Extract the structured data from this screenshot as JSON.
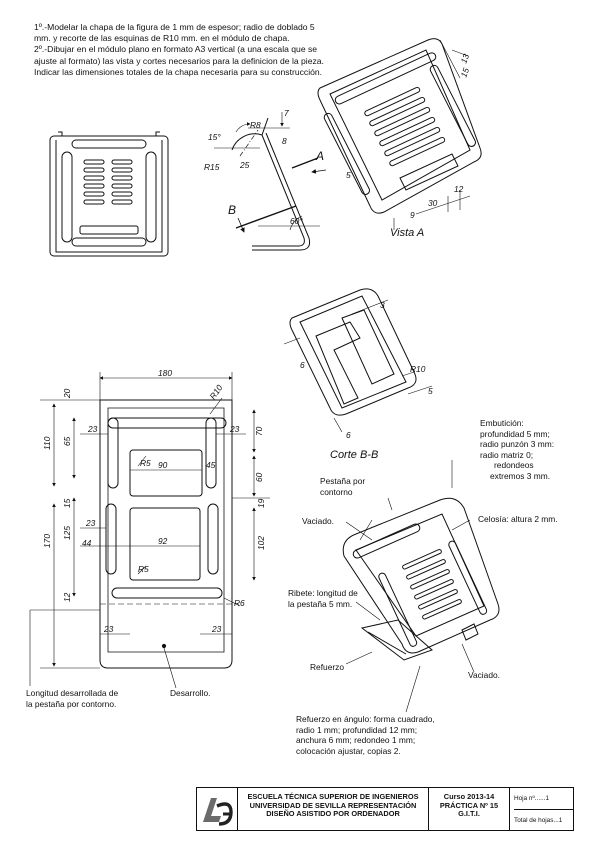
{
  "instructions": [
    "1º.-Modelar la chapa de la figura de 1 mm de espesor; radio de doblado 5 mm. y recorte de las esquinas de R10 mm. en el módulo de chapa.",
    "2º.-Dibujar en el módulo plano en formato A3 vertical (a una escala que se ajuste al formato) las vista y cortes necesarios para la definicion de la pieza. Indicar las dimensiones totales de la chapa necesaria para su construcción."
  ],
  "side_view": {
    "dims": [
      "15°",
      "R8",
      "7",
      "8",
      "R15",
      "25",
      "60°"
    ],
    "labels": [
      "A",
      "B"
    ]
  },
  "view_a": {
    "title": "Vista A",
    "dims": [
      "13",
      "15",
      "5",
      "9",
      "30",
      "12"
    ]
  },
  "section_bb": {
    "title": "Corte B-B",
    "dims": [
      "3",
      "6",
      "R10",
      "5",
      "6"
    ]
  },
  "flat": {
    "dims": [
      "180",
      "20",
      "R10",
      "110",
      "65",
      "23",
      "23",
      "70",
      "R5",
      "90",
      "45",
      "60",
      "15",
      "19",
      "23",
      "170",
      "125",
      "102",
      "44",
      "92",
      "R5",
      "12",
      "R6",
      "23",
      "23"
    ]
  },
  "notes": {
    "embuticion": [
      "Embutición:",
      "profundidad 5 mm;",
      "radio punzón 3 mm:",
      "radio matriz 0;",
      "redondeos",
      "extremos 3 mm."
    ],
    "pestana": [
      "Pestaña por",
      "contorno"
    ],
    "vaciado1": "Vaciado.",
    "celosia": "Celosía: altura 2 mm.",
    "ribete": [
      "Ribete: longitud de",
      "la pestaña 5 mm."
    ],
    "refuerzo": "Refuerzo",
    "vaciado2": "Vaciado.",
    "longitud": [
      "Longitud desarrollada de",
      "la pestaña por contorno."
    ],
    "desarrollo": "Desarrollo.",
    "refuerzo_angulo": [
      "Refuerzo en ángulo: forma cuadrado,",
      "radio 1 mm; profundidad 12 mm;",
      "anchura 6 mm; redondeo 1 mm;",
      "colocación ajustar, copias 2."
    ]
  },
  "title_block": {
    "school": [
      "ESCUELA TÉCNICA SUPERIOR DE INGENIEROS",
      "UNIVERSIDAD DE SEVILLA REPRESENTACIÓN",
      "DISEÑO ASISTIDO POR ORDENADOR"
    ],
    "course": [
      "Curso 2013-14",
      "PRÁCTICA Nº 15",
      "G.I.T.I."
    ],
    "sheet": "Hoja nº......1",
    "total": "Total de hojas...1"
  }
}
